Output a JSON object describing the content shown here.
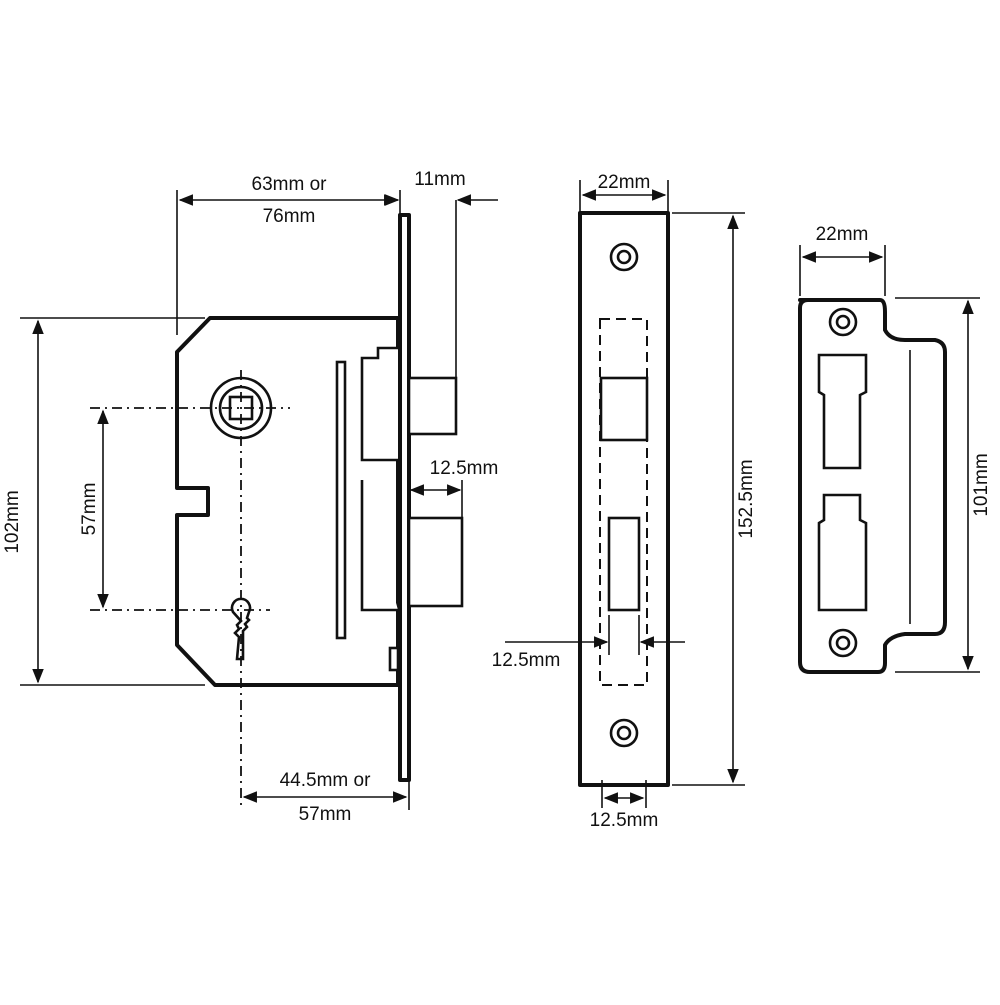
{
  "dimensions": {
    "case_depth_line1": "63mm or",
    "case_depth_line2": "76mm",
    "forend_thickness": "11mm",
    "lock_height": "102mm",
    "centres": "57mm",
    "bolt_projection": "12.5mm",
    "backset_line1": "44.5mm or",
    "backset_line2": "57mm",
    "forend_width": "22mm",
    "forend_height": "152.5mm",
    "forend_slot_offset": "12.5mm",
    "forend_slot_width": "12.5mm",
    "keep_width": "22mm",
    "keep_height": "101mm"
  }
}
